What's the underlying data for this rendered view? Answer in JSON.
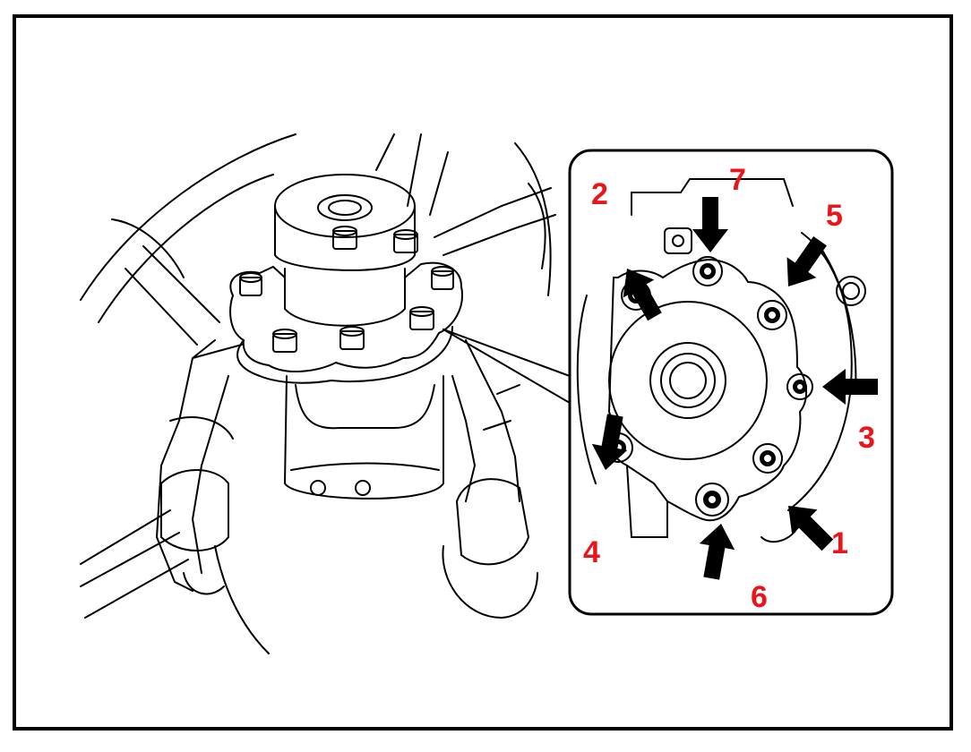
{
  "colors": {
    "line": "#000000",
    "label": "#e8161b",
    "background": "#ffffff"
  },
  "sequence": [
    {
      "label": "1"
    },
    {
      "label": "2"
    },
    {
      "label": "3"
    },
    {
      "label": "4"
    },
    {
      "label": "5"
    },
    {
      "label": "6"
    },
    {
      "label": "7"
    }
  ]
}
